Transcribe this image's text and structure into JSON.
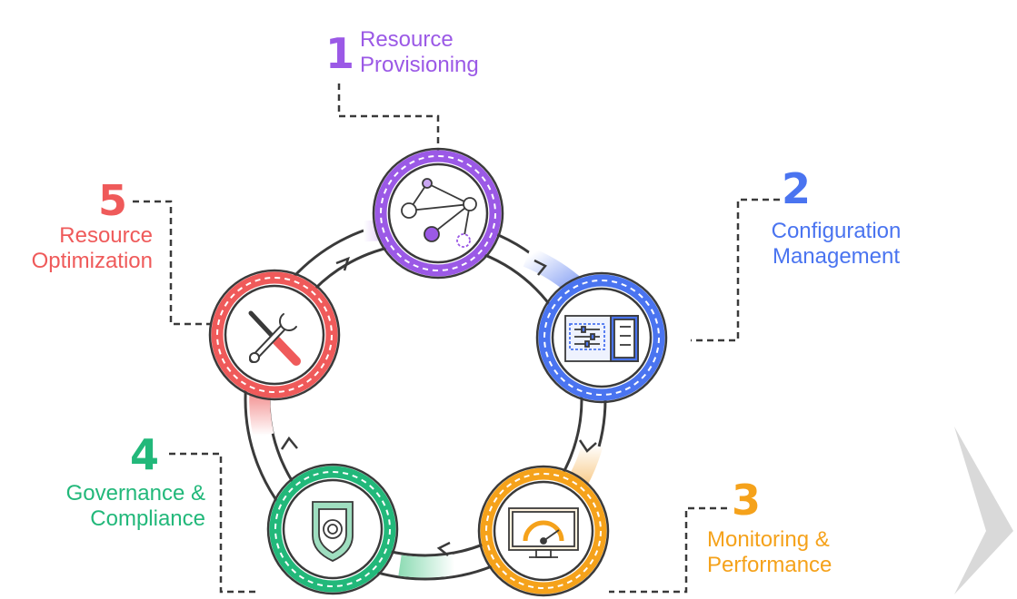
{
  "stages": [
    {
      "id": "provisioning",
      "number": "1",
      "title_lines": [
        "Resource",
        "Provisioning"
      ],
      "color": "#9b59e6",
      "icon": "network-graph-icon"
    },
    {
      "id": "configuration",
      "number": "2",
      "title_lines": [
        "Configuration",
        "Management"
      ],
      "color": "#4a74f0",
      "icon": "settings-panel-icon"
    },
    {
      "id": "monitoring",
      "number": "3",
      "title_lines": [
        "Monitoring &",
        "Performance"
      ],
      "color": "#f5a21b",
      "icon": "gauge-monitor-icon"
    },
    {
      "id": "governance",
      "number": "4",
      "title_lines": [
        "Governance &",
        "Compliance"
      ],
      "color": "#22b87a",
      "icon": "shield-badge-icon"
    },
    {
      "id": "optimization",
      "number": "5",
      "title_lines": [
        "Resource",
        "Optimization"
      ],
      "color": "#ef5a5a",
      "icon": "wrench-screwdriver-icon"
    }
  ],
  "ring_color": "#3a3a3a",
  "watermark_color": "#d9d9d9"
}
